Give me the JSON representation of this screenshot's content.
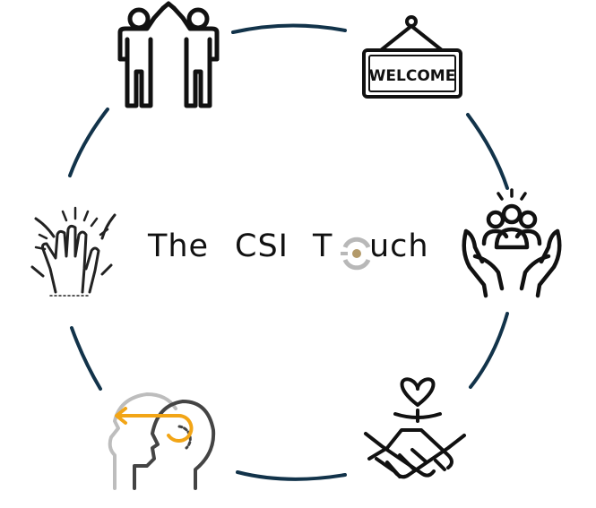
{
  "title": {
    "part1": "The",
    "part2": "CSI",
    "part3_prefix": "T",
    "part3_suffix": "uch"
  },
  "sign_text": "WELCOME",
  "colors": {
    "ring": "#12334a",
    "icon": "#111111",
    "accent": "#f2a516",
    "logo_gold": "#b39a6a",
    "logo_gray": "#b8b8b8",
    "head_gray": "#9a9a9a"
  },
  "icons": [
    "high-five-people-icon",
    "welcome-sign-icon",
    "caring-hands-group-icon",
    "handshake-heart-icon",
    "head-thinking-icon",
    "clapping-hands-icon"
  ]
}
